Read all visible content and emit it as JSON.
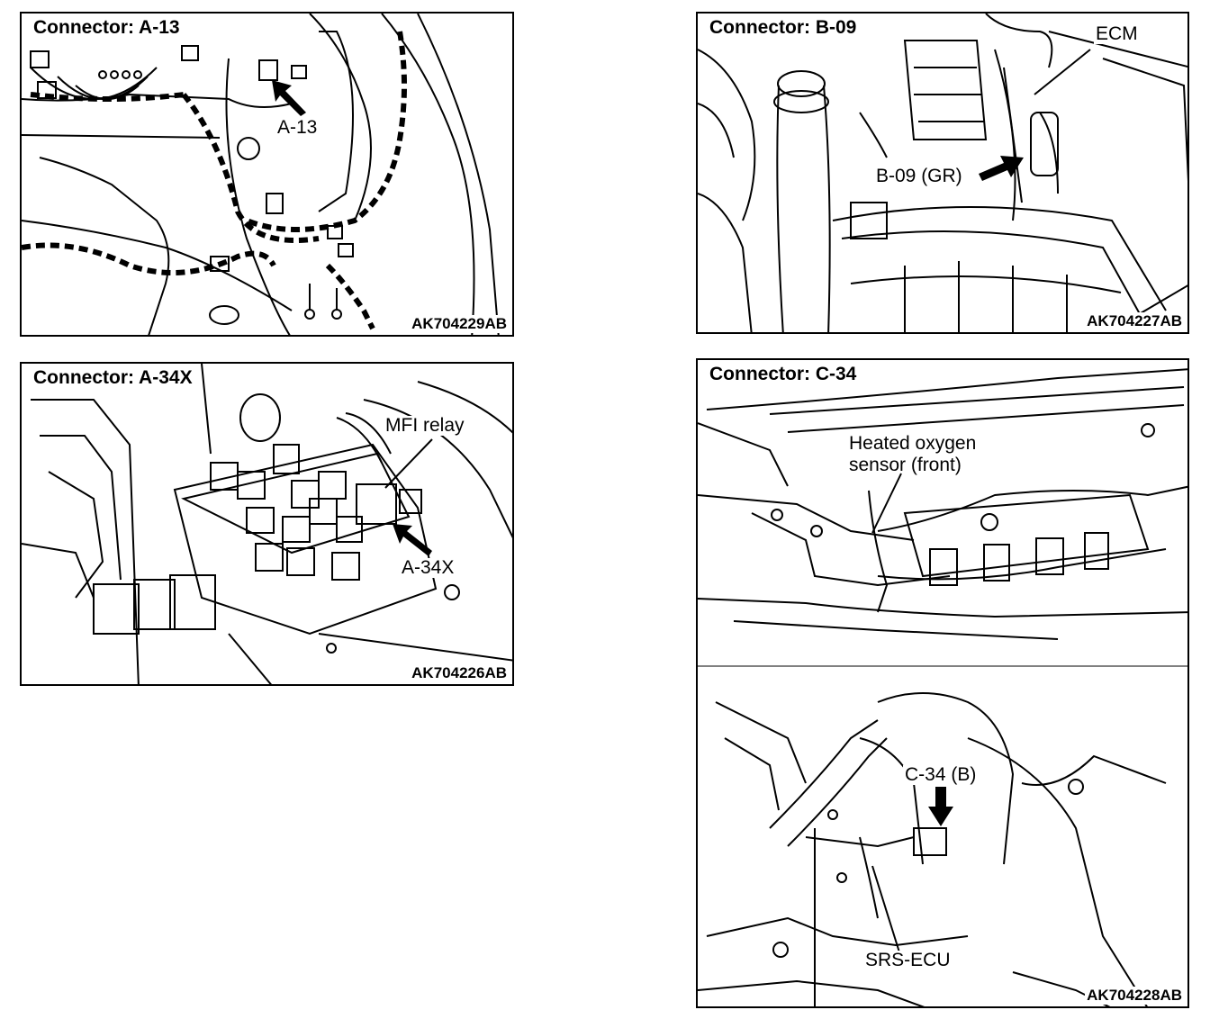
{
  "panels": {
    "a13": {
      "title": "Connector: A-13",
      "callout": "A-13",
      "figure_id": "AK704229AB",
      "arrow_icon": "pointer-arrow-icon"
    },
    "b09": {
      "title": "Connector: B-09",
      "callout_ecm": "ECM",
      "callout_connector": "B-09 (GR)",
      "figure_id": "AK704227AB"
    },
    "a34x": {
      "title": "Connector: A-34X",
      "callout_relay": "MFI relay",
      "callout_connector": "A-34X",
      "figure_id": "AK704226AB"
    },
    "c34": {
      "title": "Connector: C-34",
      "callout_sensor_line1": "Heated oxygen",
      "callout_sensor_line2": "sensor (front)",
      "callout_connector": "C-34 (B)",
      "callout_ecu": "SRS-ECU",
      "figure_id": "AK704228AB"
    }
  },
  "colors": {
    "line": "#000000",
    "background": "#ffffff"
  }
}
